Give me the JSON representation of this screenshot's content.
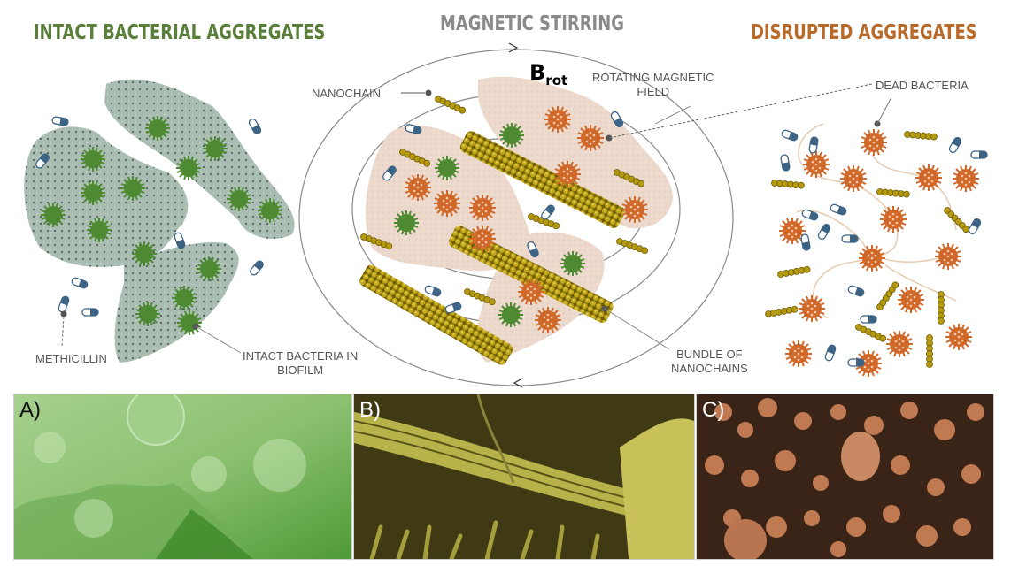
{
  "titles": {
    "left": "INTACT BACTERIAL AGGREGATES",
    "center": "MAGNETIC STIRRING",
    "right": "DISRUPTED AGGREGATES"
  },
  "labels": {
    "nanochain": "NANOCHAIN",
    "brot_main": "B",
    "brot_sub": "rot",
    "rotating_field_1": "ROTATING MAGNETIC",
    "rotating_field_2": "FIELD",
    "dead_bacteria": "DEAD BACTERIA",
    "methicillin": "METHICILLIN",
    "intact_1": "INTACT BACTERIA IN",
    "intact_2": "BIOFILM",
    "bundle_1": "BUNDLE OF",
    "bundle_2": "NANOCHAINS"
  },
  "panels": [
    {
      "label": "A)",
      "tint": "#7fb56a",
      "description": "SEM micrograph of intact biofilm (green tint)"
    },
    {
      "label": "B)",
      "tint": "#a8a640",
      "description": "SEM micrograph of nanochain bundle (yellow tint)"
    },
    {
      "label": "C)",
      "tint": "#b4704a",
      "description": "SEM micrograph of disrupted aggregates (orange tint)"
    }
  ],
  "colors": {
    "left_title": "#5a7f3a",
    "center_title": "#8a8a8a",
    "right_title": "#b86a2a",
    "biofilm_gray": "#a9bdb2",
    "biofilm_tan": "#ecd9cc",
    "bacteria_green": "#4e8a32",
    "bacteria_orange": "#d0682a",
    "nanochain_gold": "#b59a10",
    "pill_blue": "#3d6485",
    "line_gray": "#888888"
  }
}
